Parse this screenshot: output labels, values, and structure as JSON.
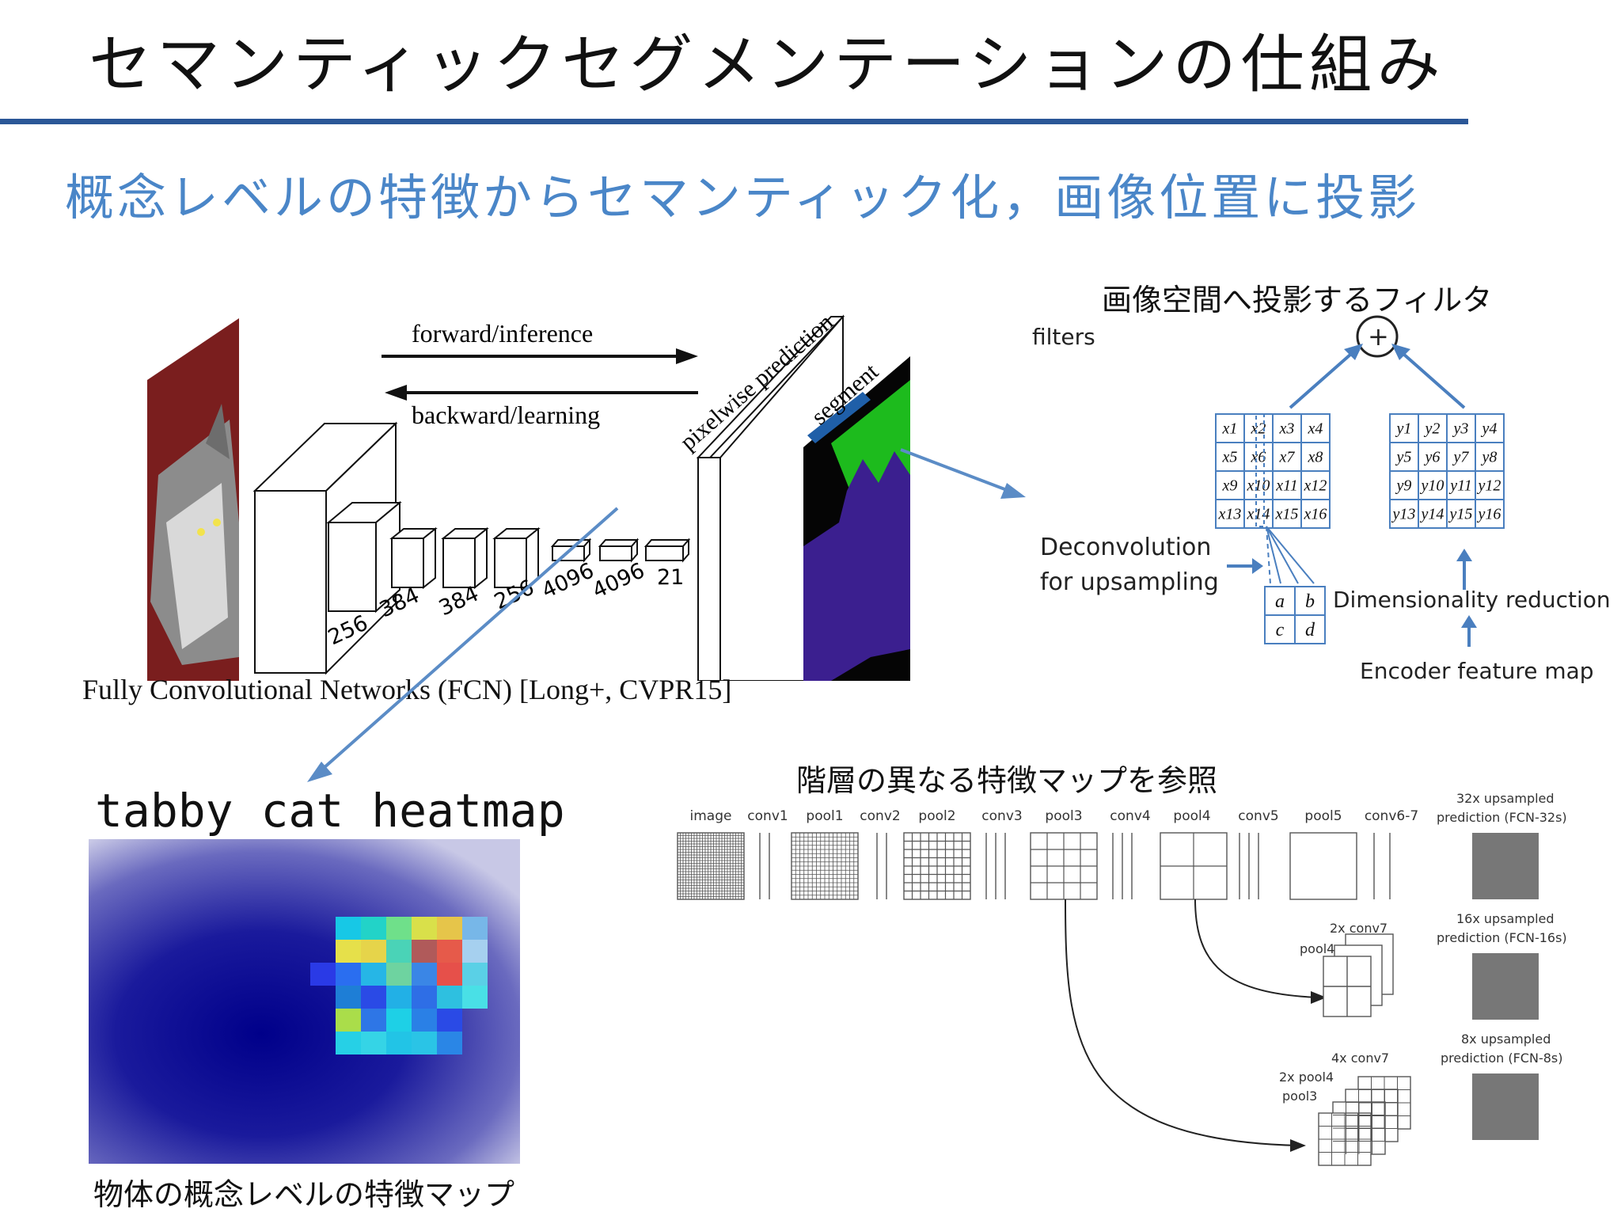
{
  "slide": {
    "title": "セマンティックセグメンテーションの仕組み",
    "subtitle": "概念レベルの特徴からセマンティック化，画像位置に投影"
  },
  "fcn": {
    "forward_label": "forward/inference",
    "backward_label": "backward/learning",
    "pixelwise_label": "pixelwise prediction",
    "segmentation_label": "segment",
    "layer_dims": [
      "256",
      "384",
      "384",
      "256",
      "4096",
      "4096",
      "21"
    ],
    "caption": "Fully Convolutional Networks (FCN) [Long+, CVPR15]"
  },
  "deconv": {
    "title": "画像空間へ投影するフィルタ",
    "filters_label": "filters",
    "plus_symbol": "+",
    "x_cells": [
      "x1",
      "x2",
      "x3",
      "x4",
      "x5",
      "x6",
      "x7",
      "x8",
      "x9",
      "x10",
      "x11",
      "x12",
      "x13",
      "x14",
      "x15",
      "x16"
    ],
    "y_cells": [
      "y1",
      "y2",
      "y3",
      "y4",
      "y5",
      "y6",
      "y7",
      "y8",
      "y9",
      "y10",
      "y11",
      "y12",
      "y13",
      "y14",
      "y15",
      "y16"
    ],
    "small_cells": [
      "a",
      "b",
      "c",
      "d"
    ],
    "deconv_label_line1": "Deconvolution",
    "deconv_label_line2": "for upsampling",
    "dim_reduction_label": "Dimensionality reduction",
    "encoder_label": "Encoder feature map"
  },
  "heatmap": {
    "title": "tabby cat heatmap",
    "caption": "物体の概念レベルの特徴マップ"
  },
  "skip": {
    "title": "階層の異なる特徴マップを参照",
    "layers": [
      "image",
      "conv1",
      "pool1",
      "conv2",
      "pool2",
      "conv3",
      "pool3",
      "conv4",
      "pool4",
      "conv5",
      "pool5",
      "conv6-7"
    ],
    "pred32_line1": "32x upsampled",
    "pred32_line2": "prediction (FCN-32s)",
    "pred16_line1": "16x upsampled",
    "pred16_line2": "prediction (FCN-16s)",
    "pred8_line1": "8x upsampled",
    "pred8_line2": "prediction (FCN-8s)",
    "conv7_2x": "2x conv7",
    "pool4_label": "pool4",
    "conv7_4x": "4x conv7",
    "pool4_2x": "2x pool4",
    "pool3_label": "pool3"
  },
  "colors": {
    "accent": "#2b5797",
    "subtitle": "#4a86c8",
    "arrow": "#5b8cc6",
    "seg_purple": "#3b1f8f",
    "seg_green": "#1dbb1d"
  }
}
